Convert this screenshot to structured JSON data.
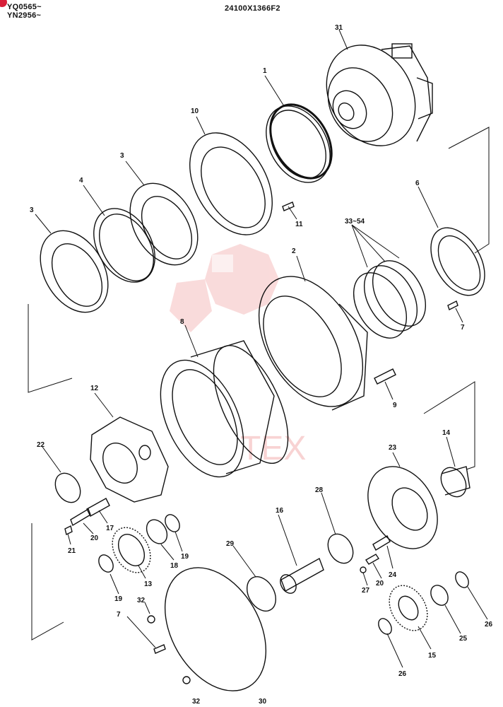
{
  "header": {
    "serial_1": "YQ0565~",
    "serial_2": "YN2956~",
    "drawing_no": "24100X1366F2"
  },
  "watermark": "TEX",
  "colors": {
    "line": "#111111",
    "watermark": "#f3b0b0",
    "corner_badge": "#d8203a"
  },
  "part_labels": {
    "p1": "1",
    "p2": "2",
    "p3a": "3",
    "p3b": "3",
    "p4": "4",
    "p6": "6",
    "p7a": "7",
    "p7b": "7",
    "p8": "8",
    "p9": "9",
    "p10": "10",
    "p11": "11",
    "p12": "12",
    "p13": "13",
    "p14": "14",
    "p15": "15",
    "p16": "16",
    "p17": "17",
    "p18": "18",
    "p19a": "19",
    "p19b": "19",
    "p20a": "20",
    "p20b": "20",
    "p21": "21",
    "p22": "22",
    "p23": "23",
    "p24": "24",
    "p25": "25",
    "p26a": "26",
    "p26b": "26",
    "p27": "27",
    "p28": "28",
    "p29": "29",
    "p30": "30",
    "p31": "31",
    "p32a": "32",
    "p32b": "32",
    "p33": "33~54"
  }
}
